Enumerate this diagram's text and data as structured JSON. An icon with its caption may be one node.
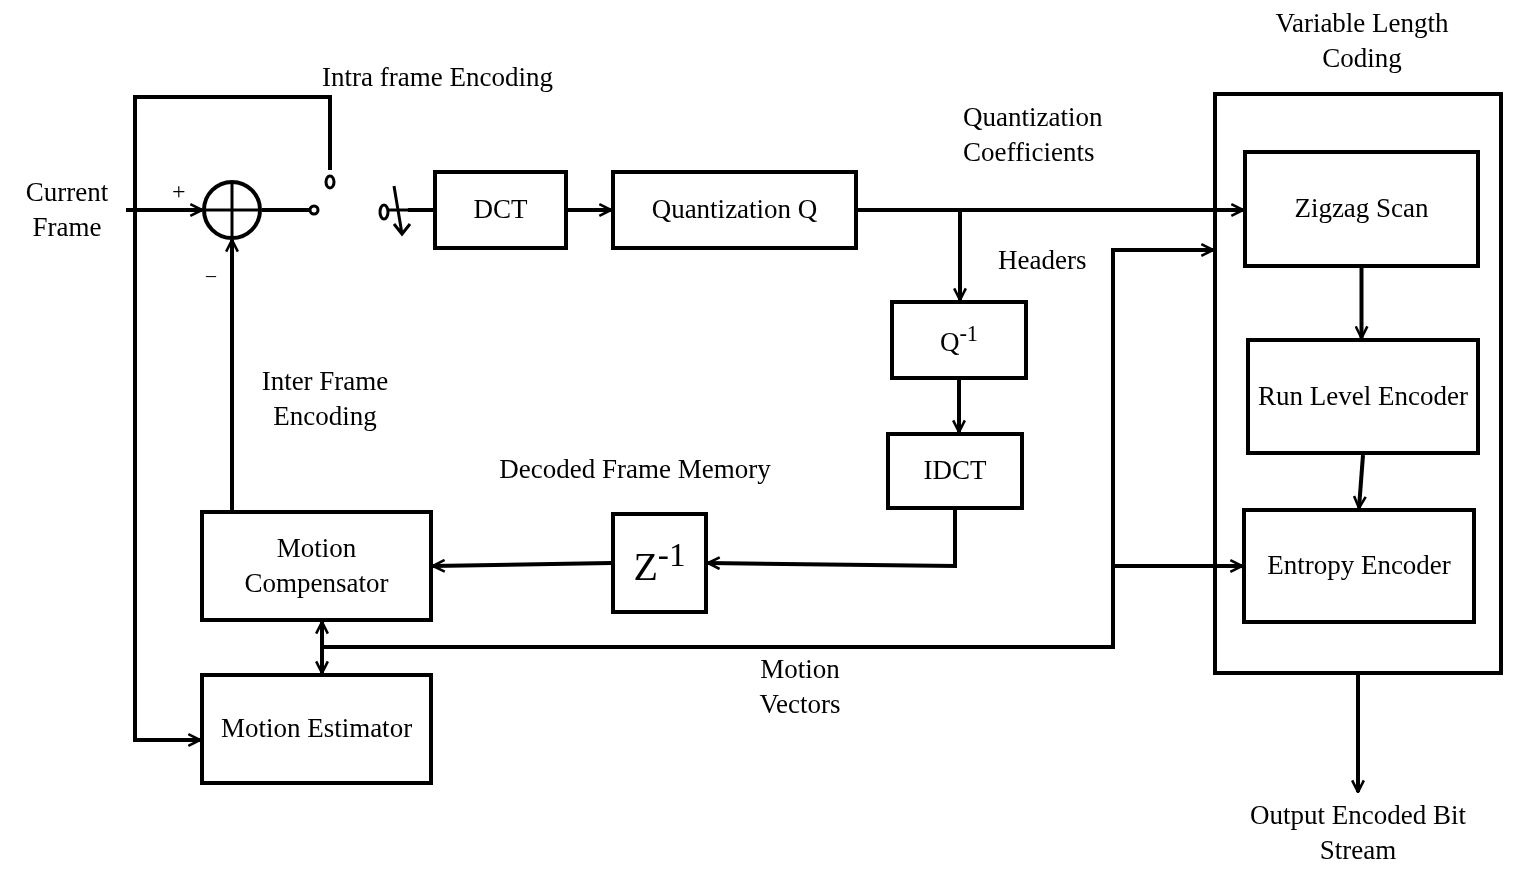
{
  "diagram": {
    "nodes": [
      {
        "text": [
          "Current Frame"
        ]
      },
      {
        "text": [],
        "shape": "circle"
      },
      {
        "text": [],
        "shape": "switch"
      },
      {
        "text": [
          "DCT"
        ]
      },
      {
        "text": [
          "Quantization Q"
        ]
      },
      {
        "text": [
          "Variable Length Coding"
        ]
      },
      {
        "text": [
          "Zigzag Scan"
        ],
        "in": 5
      },
      {
        "text": [
          "Run Level Encoder"
        ],
        "in": 5
      },
      {
        "text": [
          "Entropy Encoder"
        ],
        "in": 5
      },
      {
        "text": [
          "Q$^{-1}$"
        ]
      },
      {
        "text": [
          "IDCT"
        ]
      },
      {
        "text": [
          "Z$^{-1}$"
        ],
        "beside": [
          "Decoded Frame Memory"
        ]
      },
      {
        "text": [
          "Motion Compensator"
        ]
      },
      {
        "text": [
          "Motion Estimator"
        ]
      },
      {
        "text": [
          "Output Encoded Bit Stream"
        ]
      }
    ],
    "edges": [
      {
        "from": 0,
        "to": 1,
        "arrow": "to"
      },
      {
        "from": 0,
        "to": 2,
        "arrow": "none"
      },
      {
        "from": 0,
        "to": 13,
        "arrow": "to"
      },
      {
        "from": 1,
        "to": 2,
        "arrow": "none"
      },
      {
        "from": 2,
        "to": 3,
        "arrow": "none"
      },
      {
        "from": 3,
        "to": 4,
        "arrow": "to"
      },
      {
        "from": 4,
        "to": 6,
        "arrow": "to"
      },
      {
        "from": 4,
        "to": 9,
        "arrow": "to"
      },
      {
        "from": 9,
        "to": 10,
        "arrow": "to"
      },
      {
        "from": 10,
        "to": 11,
        "arrow": "to"
      },
      {
        "from": 11,
        "to": 12,
        "arrow": "to"
      },
      {
        "from": 12,
        "to": 1,
        "arrow": "to"
      },
      {
        "from": 12,
        "to": 13,
        "arrow": "both"
      },
      {
        "from": 13,
        "to": 5,
        "arrow": "to"
      },
      {
        "from": 13,
        "to": 8,
        "arrow": "to"
      },
      {
        "from": 6,
        "to": 7,
        "arrow": "to"
      },
      {
        "from": 7,
        "to": 8,
        "arrow": "to"
      },
      {
        "from": 5,
        "to": 14,
        "arrow": "to"
      }
    ],
    "labels": [
      "+",
      "–",
      "Intra frame Encoding",
      "Quantization Coefficients",
      "Headers",
      "Inter Frame Encoding",
      "Motion Vectors"
    ]
  }
}
